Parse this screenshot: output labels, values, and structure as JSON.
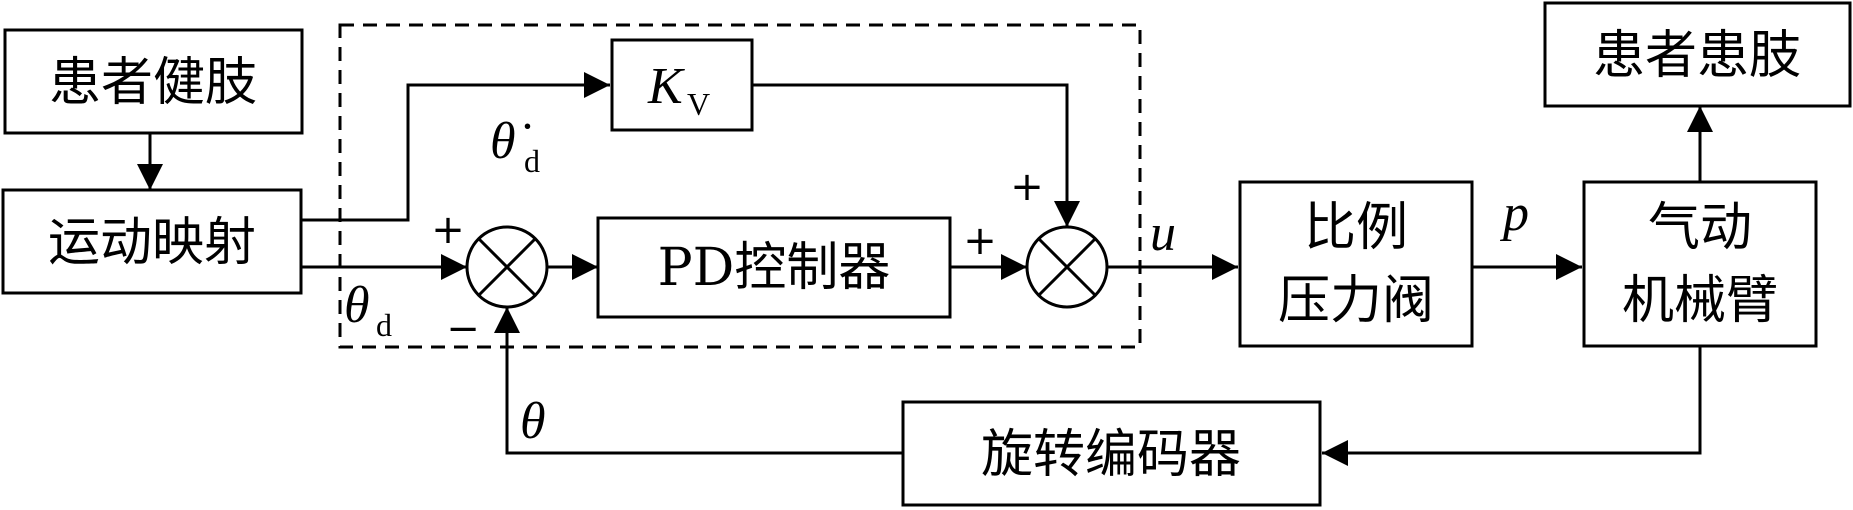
{
  "blocks": {
    "healthy_limb": "患者健肢",
    "motion_mapping": "运动映射",
    "pd_controller": "PD控制器",
    "kv_symbol": "K",
    "kv_sub": "V",
    "prop_valve_line1": "比例",
    "prop_valve_line2": "压力阀",
    "pneumatic_arm_line1": "气动",
    "pneumatic_arm_line2": "机械臂",
    "affected_limb": "患者患肢",
    "rotary_encoder": "旋转编码器"
  },
  "signals": {
    "theta_d": "θ",
    "theta_d_sub": "d",
    "theta_d_dot": "θ̇",
    "theta_d_dot_sub": "d",
    "u": "u",
    "p": "p",
    "theta": "θ"
  },
  "signs": {
    "sum1_plus": "+",
    "sum1_minus": "−",
    "sum2_plus_top": "+",
    "sum2_plus_left": "+"
  }
}
